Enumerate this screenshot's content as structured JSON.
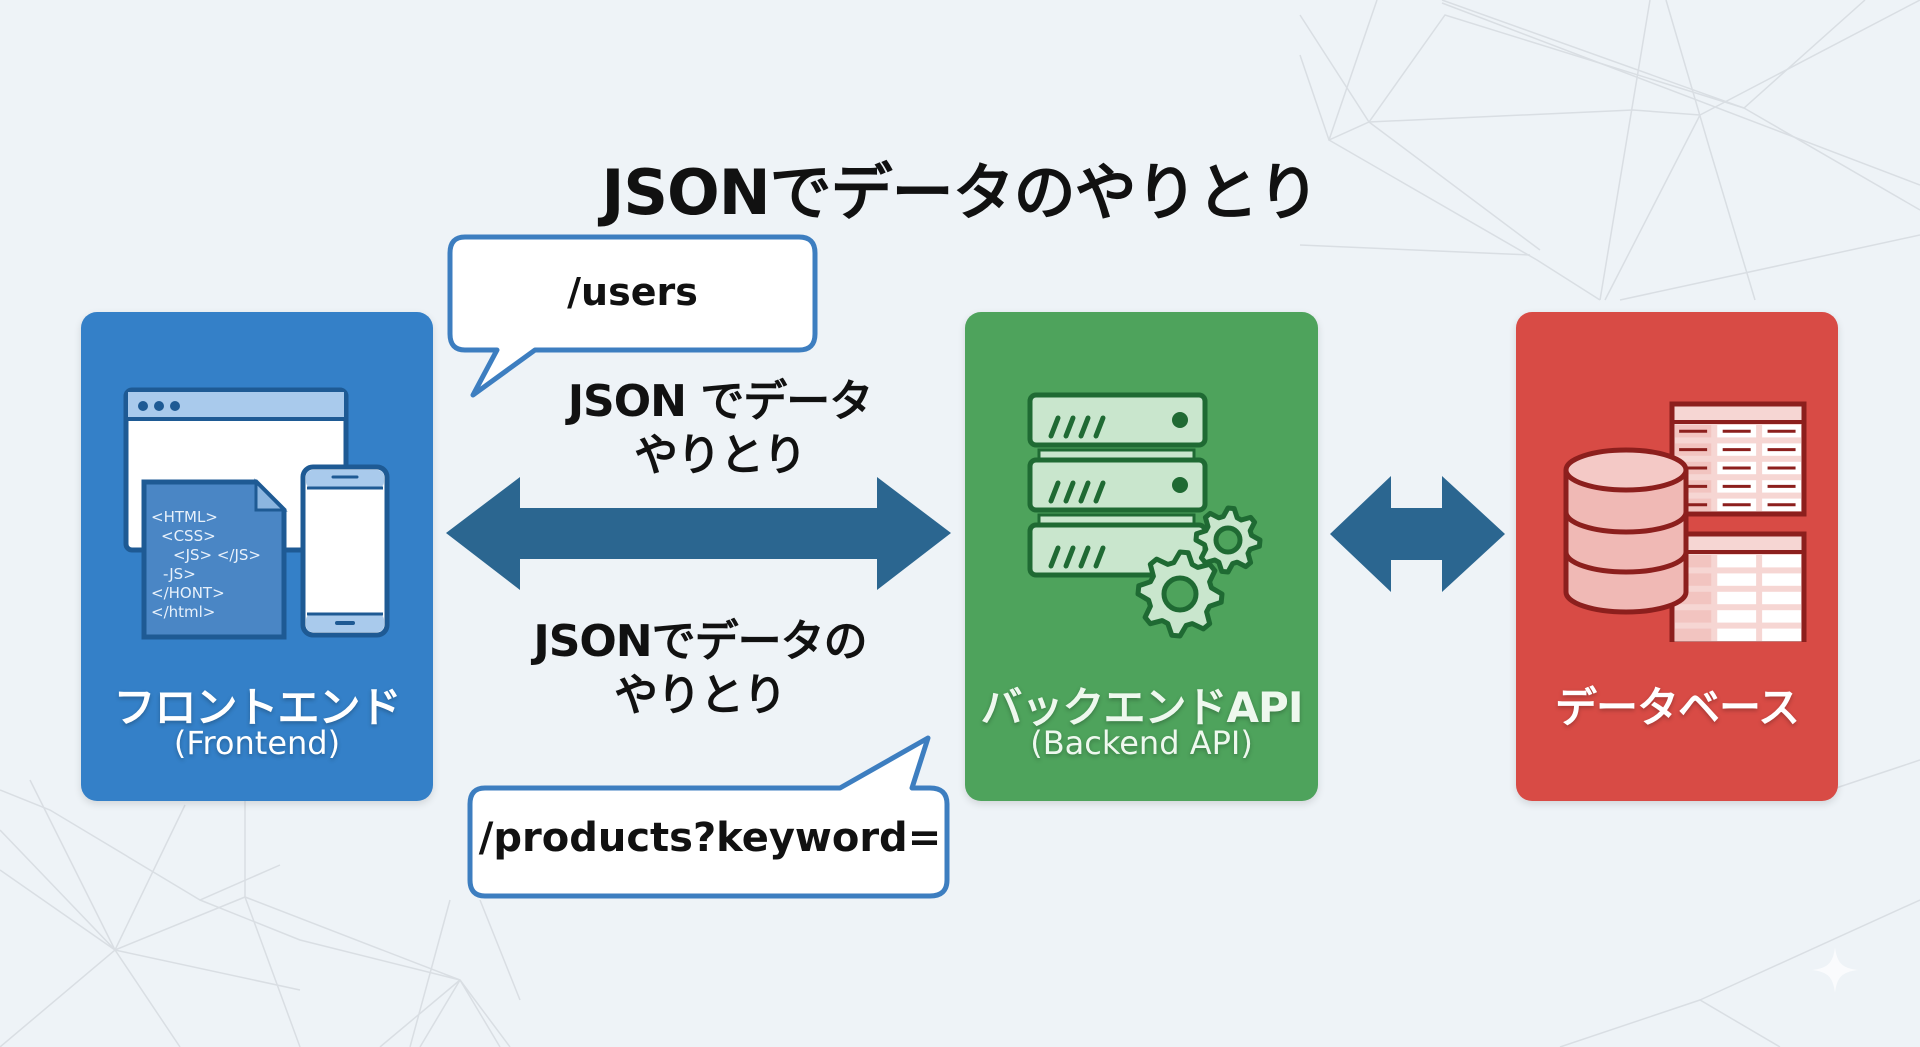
{
  "title": "JSONでデータのやりとり",
  "nodes": {
    "frontend": {
      "label": "フロントエンド",
      "sublabel": "(Frontend)",
      "color": "#3480c8",
      "icon": "browser-code-mobile-icon",
      "code_lines": [
        "<HTML>",
        "<CSS>",
        "<JS> </JS>",
        "-JS>",
        "</HONT>",
        "</html>"
      ]
    },
    "backend": {
      "label": "バックエンドAPI",
      "sublabel": "(Backend API)",
      "color": "#4ea35c",
      "icon": "server-gears-icon"
    },
    "database": {
      "label": "データベース",
      "sublabel": "",
      "color": "#d84b45",
      "icon": "database-tables-icon"
    }
  },
  "arrows": {
    "frontend_backend": {
      "label_top": [
        "JSON でデータ",
        "やりとり"
      ],
      "label_bottom": [
        "JSONでデータの",
        "やりとり"
      ],
      "color": "#2b6690"
    },
    "backend_database": {
      "color": "#2b6690"
    }
  },
  "bubbles": {
    "request_users": {
      "text": "/users",
      "border": "#3d7ec0"
    },
    "request_products": {
      "text": "/products?keyword=",
      "border": "#3d7ec0"
    }
  },
  "background": {
    "color": "#eef3f7",
    "line_color": "#d9dee3"
  }
}
